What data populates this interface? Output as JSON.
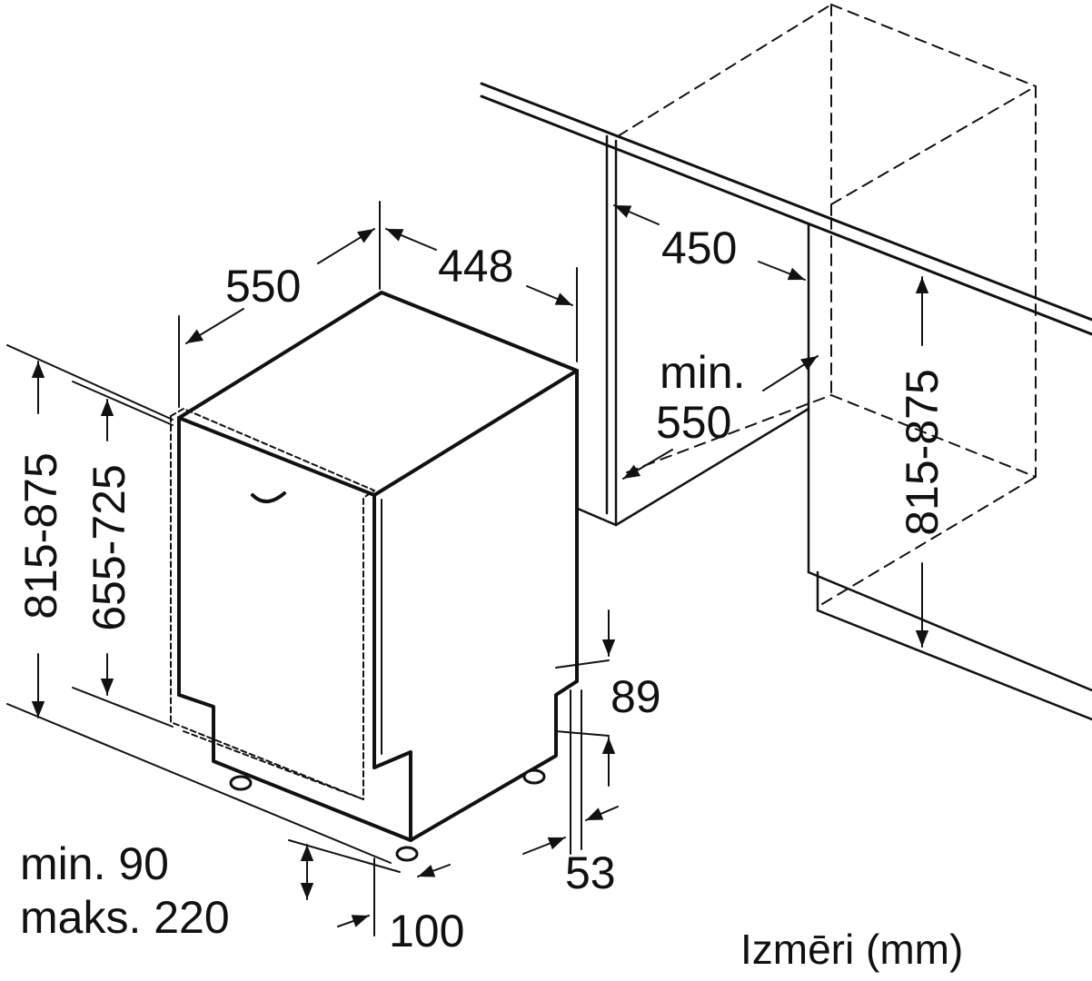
{
  "labels": {
    "width_550": "550",
    "depth_448": "448",
    "niche_depth_450": "450",
    "niche_min": "min.",
    "niche_width_550": "550",
    "height_left": "815-875",
    "door_height": "655-725",
    "height_right": "815-875",
    "plinth_89": "89",
    "plinth_53": "53",
    "plinth_min": "min. 90",
    "plinth_max": "maks. 220",
    "foot_100": "100",
    "caption": "Izmēri (mm)"
  },
  "colors": {
    "line": "#111111",
    "background": "#ffffff"
  }
}
